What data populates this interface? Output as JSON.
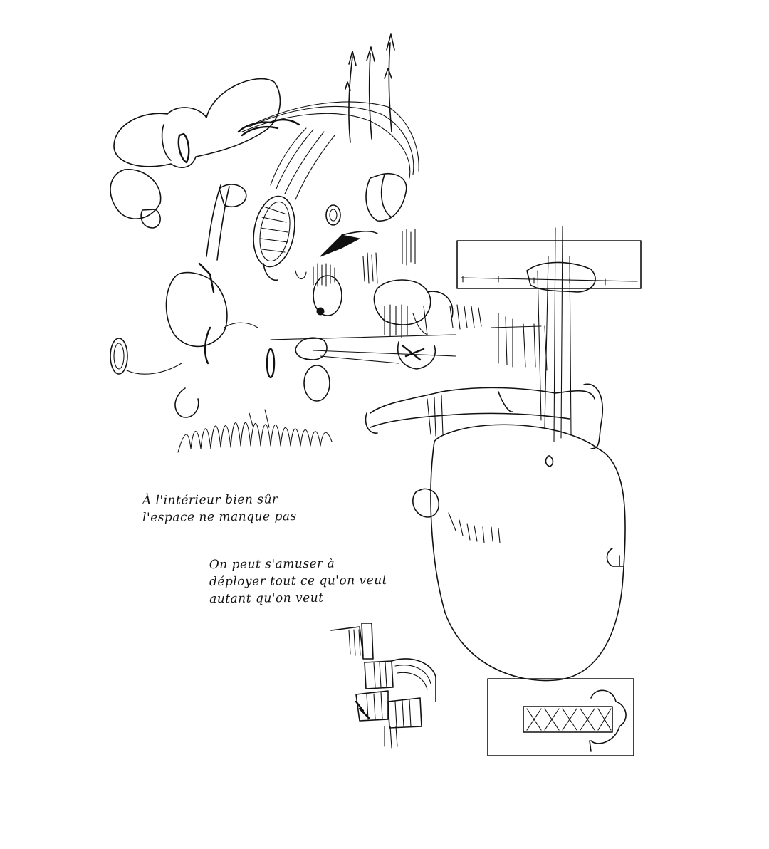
{
  "notes": {
    "first": {
      "line1": "À l'intérieur bien sûr",
      "line2": "l'espace ne manque pas"
    },
    "second": {
      "line1": "On peut s'amuser à",
      "line2": "déployer tout ce qu'on veut",
      "line3": "autant qu'on veut"
    }
  },
  "colors": {
    "ink": "#111111",
    "paper": "#ffffff"
  }
}
